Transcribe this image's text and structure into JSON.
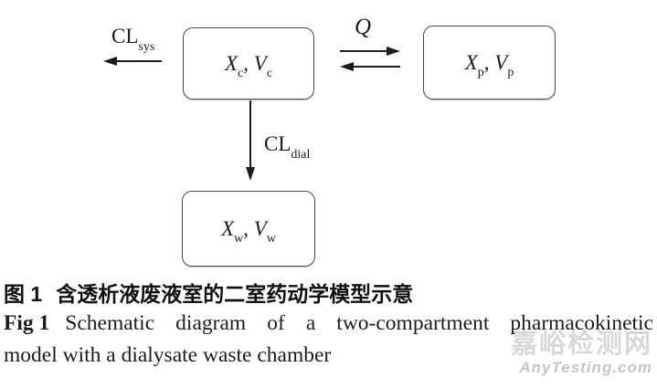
{
  "figure": {
    "boxes": {
      "central": {
        "x": "X",
        "x_sub": "c",
        "sep": ", ",
        "v": "V",
        "v_sub": "c"
      },
      "peripheral": {
        "x": "X",
        "x_sub": "p",
        "sep": ", ",
        "v": "V",
        "v_sub": "p"
      },
      "waste": {
        "x": "X",
        "x_sub": "w",
        "sep": ", ",
        "v": "V",
        "v_sub": "w"
      }
    },
    "labels": {
      "systemic_clearance": {
        "main": "CL",
        "sub": "sys"
      },
      "intercompartmental_flow": "Q",
      "dialysate_clearance": {
        "main": "CL",
        "sub": "dial"
      }
    }
  },
  "caption": {
    "zh_number": "图 1",
    "zh_title": "含透析液废液室的二室药动学模型示意",
    "en_number": "Fig 1",
    "en_line1": "Schematic diagram of a two-compartment pharmacokinetic",
    "en_line2": "model with a dialysate waste chamber"
  },
  "watermark": {
    "site_name_zh": "嘉峪检测网",
    "site_name_en": "AnyTesting.com"
  },
  "colors": {
    "ink": "#1c1c1c",
    "box_border": "#4a4a4a",
    "watermark_zh": "#d8d8d8",
    "watermark_en": "#c6c6c6"
  }
}
